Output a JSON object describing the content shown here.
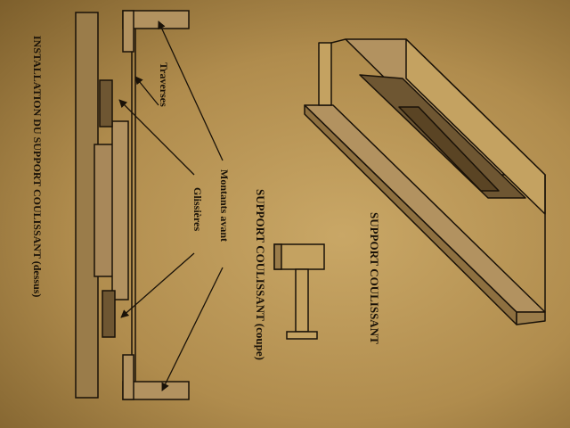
{
  "labels": {
    "installation_title": "INSTALLATION DU SUPPORT COULISSANT (dessus)",
    "traverses": "Traverses",
    "montants_avant": "Montants avant",
    "glissieres": "Glissières",
    "coupe_title": "SUPPORT COULISSANT (coupe)",
    "support_title": "SUPPORT COULISSANT"
  },
  "colors": {
    "line": "#1a1208",
    "shade_dark": "#6e5632",
    "shade_mid": "#9a7c4a",
    "paper": "#c4a261"
  }
}
